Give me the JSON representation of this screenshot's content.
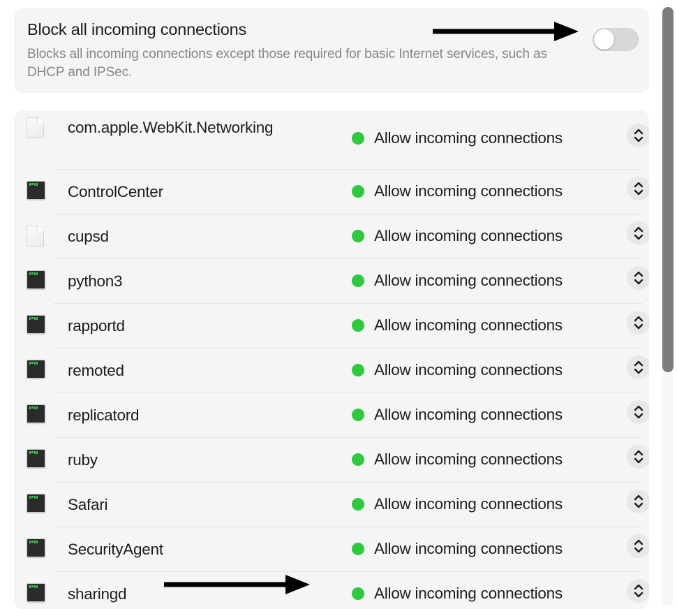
{
  "block_section": {
    "title": "Block all incoming connections",
    "description": "Blocks all incoming connections except those required for basic Internet services, such as DHCP and IPSec.",
    "toggle": {
      "name": "block-all-incoming-connections-toggle",
      "state": "off",
      "track_color": "#d8d8d8",
      "knob_color": "#ffffff"
    }
  },
  "app_list": {
    "status_label": "Allow incoming connections",
    "status_dot_color": "#2fc840",
    "rows": [
      {
        "app": "com.apple.WebKit.Networking",
        "icon": "document-icon",
        "status": "Allow incoming connections"
      },
      {
        "app": "ControlCenter",
        "icon": "terminal-icon",
        "status": "Allow incoming connections"
      },
      {
        "app": "cupsd",
        "icon": "document-icon",
        "status": "Allow incoming connections"
      },
      {
        "app": "python3",
        "icon": "terminal-icon",
        "status": "Allow incoming connections"
      },
      {
        "app": "rapportd",
        "icon": "terminal-icon",
        "status": "Allow incoming connections"
      },
      {
        "app": "remoted",
        "icon": "terminal-icon",
        "status": "Allow incoming connections"
      },
      {
        "app": "replicatord",
        "icon": "terminal-icon",
        "status": "Allow incoming connections"
      },
      {
        "app": "ruby",
        "icon": "terminal-icon",
        "status": "Allow incoming connections"
      },
      {
        "app": "Safari",
        "icon": "terminal-icon",
        "status": "Allow incoming connections"
      },
      {
        "app": "SecurityAgent",
        "icon": "terminal-icon",
        "status": "Allow incoming connections"
      },
      {
        "app": "sharingd",
        "icon": "terminal-icon",
        "status": "Allow incoming connections"
      }
    ]
  },
  "scrollbar": {
    "name": "vertical-scrollbar",
    "thumb_color": "#7c7c7c"
  },
  "annotations": [
    {
      "name": "arrow-to-toggle",
      "type": "arrow-right",
      "color": "#000000"
    },
    {
      "name": "arrow-to-sharingd-row",
      "type": "arrow-right",
      "color": "#000000"
    }
  ]
}
